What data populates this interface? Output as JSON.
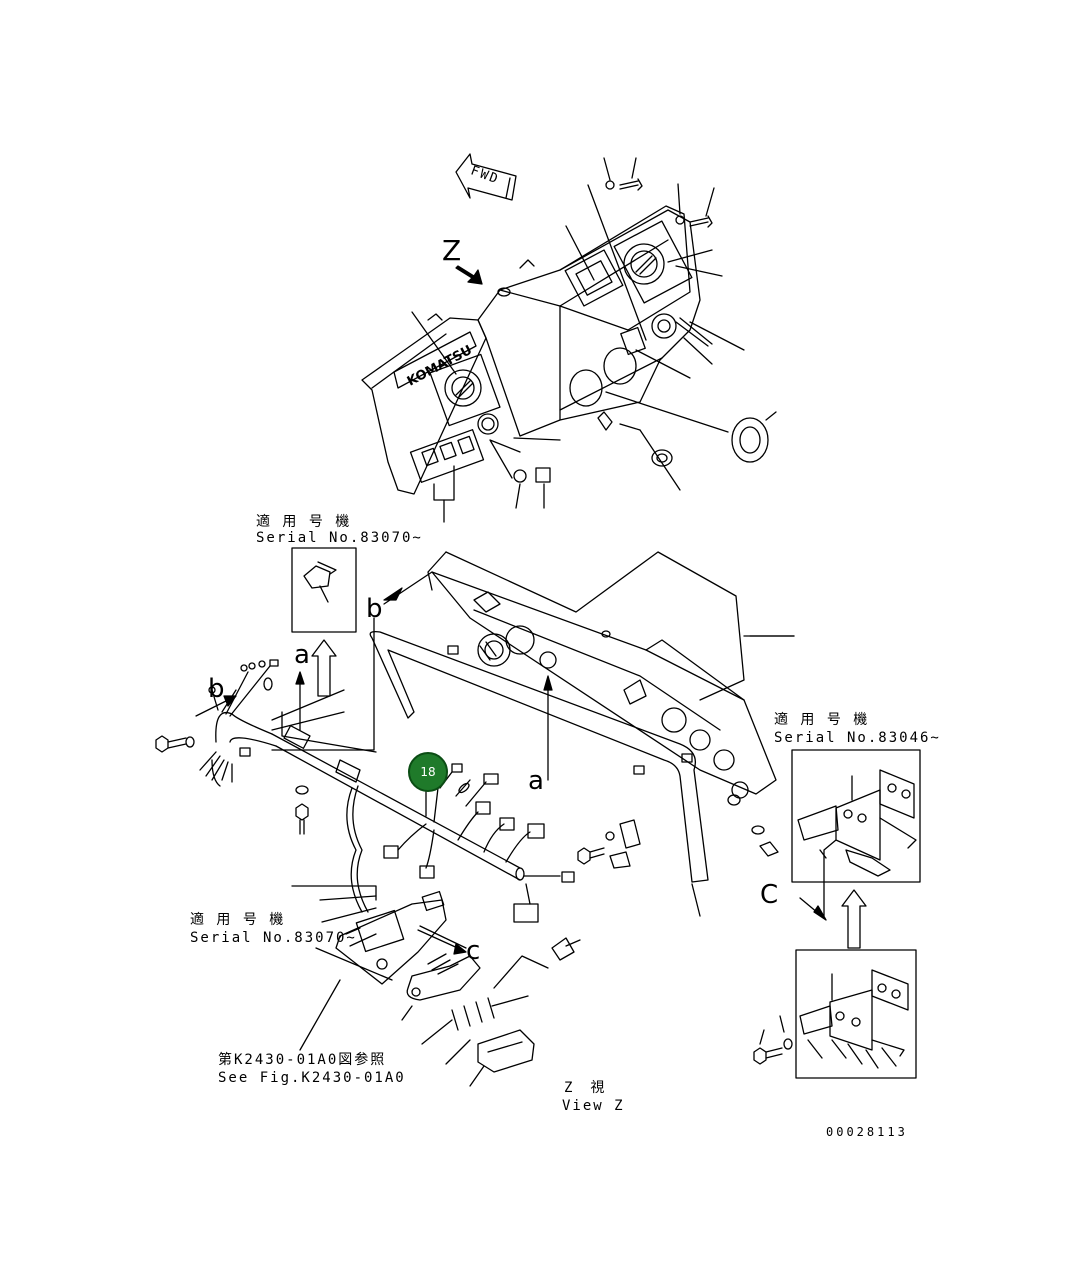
{
  "fwd_arrow": {
    "label": "FWD"
  },
  "view_markers": {
    "z": "Z",
    "a_upper": "a",
    "a_lower": "a",
    "b_upper": "b",
    "b_lower": "b",
    "c_lower": "c",
    "c_right": "C"
  },
  "applicability": [
    {
      "jp": "適 用 号 機",
      "en": "Serial No.83070~"
    },
    {
      "jp": "適 用 号 機",
      "en": "Serial No.83046~"
    },
    {
      "jp": "適 用 号 機",
      "en": "Serial No.83070~"
    }
  ],
  "reference": {
    "jp": "第K2430-01A0図参照",
    "en": "See Fig.K2430-01A0"
  },
  "view_label": {
    "jp": "Z　視",
    "en": "View Z"
  },
  "drawing_number": "00028113",
  "callout": {
    "number": "18"
  },
  "brand_mark": "KOMATSU",
  "icons": [
    "fwd-arrow-icon",
    "view-arrow-icon",
    "callout-badge-icon"
  ]
}
